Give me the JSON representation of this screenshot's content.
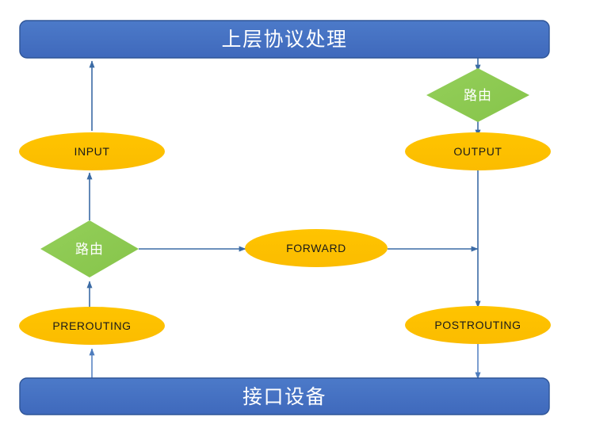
{
  "diagram": {
    "title_top": "上层协议处理",
    "title_bottom": "接口设备",
    "colors": {
      "bar_fill": "#4472C4",
      "bar_stroke": "#2F5597",
      "chain_fill": "#FFC000",
      "route_fill": "#92D050",
      "arrow": "#3B6BA5",
      "arrow_soft": "#5B86C4",
      "label_dark": "#1A1A1A",
      "label_light": "#FFFFFF",
      "background": "#FFFFFF"
    },
    "bars": [
      {
        "id": "upper-protocol",
        "label": "上层协议处理"
      },
      {
        "id": "interface-device",
        "label": "接口设备"
      }
    ],
    "chains": [
      {
        "id": "input",
        "label": "INPUT"
      },
      {
        "id": "output",
        "label": "OUTPUT"
      },
      {
        "id": "forward",
        "label": "FORWARD"
      },
      {
        "id": "prerouting",
        "label": "PREROUTING"
      },
      {
        "id": "postrouting",
        "label": "POSTROUTING"
      }
    ],
    "decisions": [
      {
        "id": "route-left",
        "label": "路由"
      },
      {
        "id": "route-right",
        "label": "路由"
      }
    ],
    "flows": [
      {
        "from": "interface-device",
        "to": "prerouting"
      },
      {
        "from": "prerouting",
        "to": "route-left"
      },
      {
        "from": "route-left",
        "to": "input"
      },
      {
        "from": "input",
        "to": "upper-protocol"
      },
      {
        "from": "route-left",
        "to": "forward"
      },
      {
        "from": "forward",
        "to": "postrouting-path"
      },
      {
        "from": "upper-protocol",
        "to": "route-right"
      },
      {
        "from": "route-right",
        "to": "output"
      },
      {
        "from": "output",
        "to": "postrouting"
      },
      {
        "from": "postrouting",
        "to": "interface-device"
      }
    ]
  }
}
